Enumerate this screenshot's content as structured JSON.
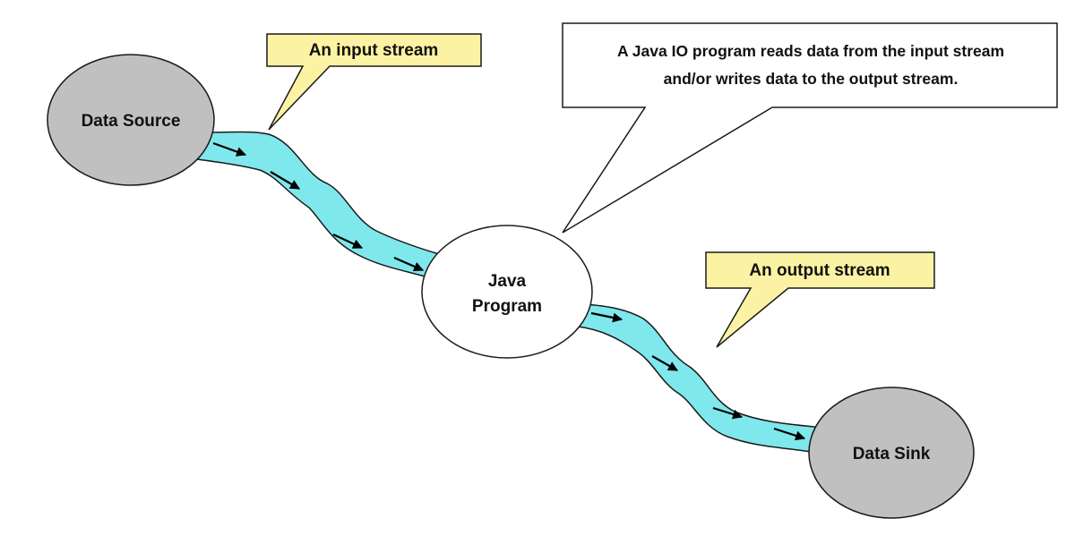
{
  "nodes": {
    "source": {
      "label": "Data Source",
      "fill": "#c0c0c0"
    },
    "program": {
      "label_lines": [
        "Java",
        "Program"
      ],
      "fill": "#ffffff"
    },
    "sink": {
      "label": "Data Sink",
      "fill": "#c0c0c0"
    }
  },
  "callouts": {
    "input_stream": {
      "label": "An input stream",
      "fill": "#fbf3a3"
    },
    "output_stream": {
      "label": "An output stream",
      "fill": "#fbf3a3"
    },
    "note": {
      "lines": [
        "A Java IO program reads data from the input stream",
        "and/or writes data to the output stream."
      ],
      "fill": "#ffffff"
    }
  },
  "streams": {
    "fill": "#7fe8ec"
  }
}
